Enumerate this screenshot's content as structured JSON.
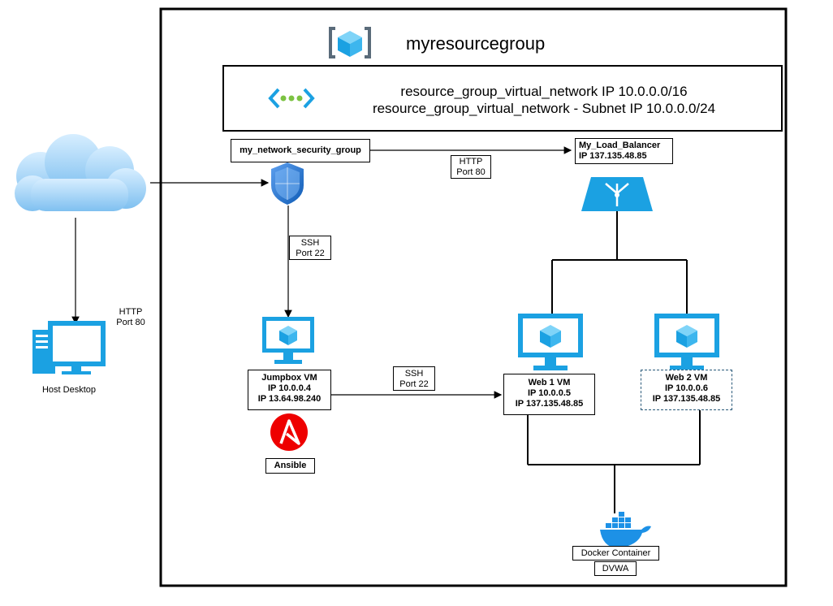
{
  "resource_group": {
    "title": "myresourcegroup"
  },
  "vnet": {
    "line1": "resource_group_virtual_network IP 10.0.0.0/16",
    "line2": "resource_group_virtual_network - Subnet IP 10.0.0.0/24"
  },
  "nsg": {
    "label": "my_network_security_group"
  },
  "load_balancer": {
    "name": "My_Load_Balancer",
    "ip": "IP 137.135.48.85"
  },
  "edges": {
    "http_lb_1": "HTTP",
    "http_lb_2": "Port 80",
    "ssh_jump_1": "SSH",
    "ssh_jump_2": "Port 22",
    "ssh_web_1": "SSH",
    "ssh_web_2": "Port 22",
    "http_host_1": "HTTP",
    "http_host_2": "Port 80"
  },
  "host": {
    "label": "Host Desktop"
  },
  "jumpbox": {
    "name": "Jumpbox VM",
    "ip1": "IP 10.0.0.4",
    "ip2": "IP 13.64.98.240"
  },
  "ansible": {
    "label": "Ansible"
  },
  "web1": {
    "name": "Web 1 VM",
    "ip1": "IP 10.0.0.5",
    "ip2": "IP 137.135.48.85"
  },
  "web2": {
    "name": "Web 2 VM",
    "ip1": "IP 10.0.0.6",
    "ip2": "IP 137.135.48.85"
  },
  "docker": {
    "label": "Docker Container",
    "app": "DVWA"
  },
  "colors": {
    "azure_blue": "#1BA1E2",
    "ansible_red": "#E00",
    "cloud": "#8EC9F4"
  }
}
